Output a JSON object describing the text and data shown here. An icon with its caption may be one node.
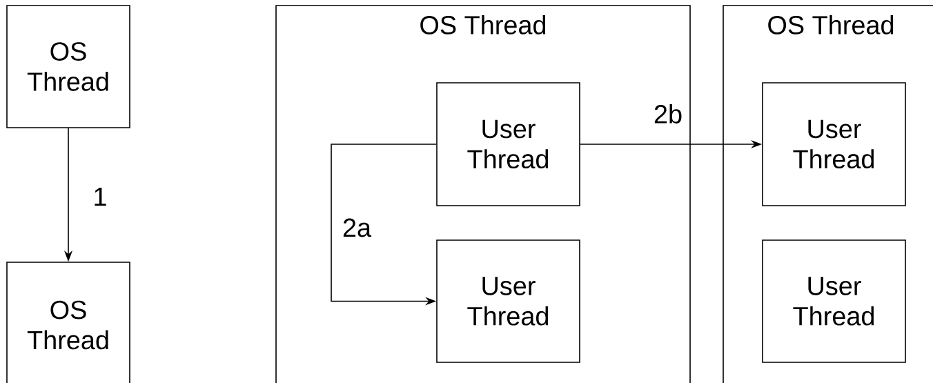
{
  "diagram": {
    "nodes": [
      {
        "text": [
          "OS Thread"
        ]
      },
      {
        "text": [
          "OS Thread"
        ]
      },
      {
        "text": [
          "OS Thread"
        ]
      },
      {
        "text": [
          "User Thread"
        ],
        "in": 2
      },
      {
        "text": [
          "User Thread"
        ],
        "in": 2
      },
      {
        "text": [
          "OS Thread"
        ]
      },
      {
        "text": [
          "User Thread"
        ],
        "in": 5
      },
      {
        "text": [
          "User Thread"
        ],
        "in": 5
      }
    ],
    "edges": [
      {
        "from": 0,
        "to": 1,
        "arrow": "to",
        "label": "1"
      },
      {
        "from": 3,
        "to": 4,
        "arrow": "to",
        "label": "2a"
      },
      {
        "from": 3,
        "to": 6,
        "arrow": "to",
        "label": "2b"
      }
    ]
  }
}
